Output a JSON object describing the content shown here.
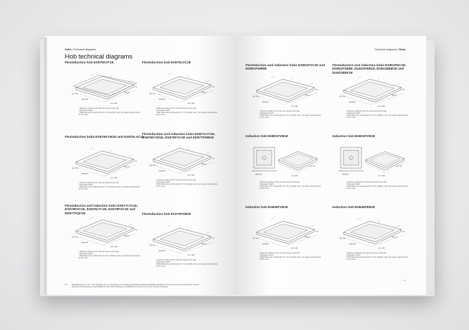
{
  "left": {
    "header": {
      "section": "Hobs",
      "sub": "Technical diagrams"
    },
    "title": "Hob technical diagrams",
    "sections": [
      {
        "title": "FlexInduction hob EX975KXT1E",
        "type": "overhang"
      },
      {
        "title": "FlexInduction hob EX975LXC1E",
        "type": "plain"
      },
      {
        "title": "FlexInduction hobs EX875KYW1E and EX875LXC1E",
        "type": "plain"
      },
      {
        "title": "FlexInduction and induction hobs EX877LYV1E, EX875KYW1E, EX879FVC1E and ED877FWB1E",
        "type": "plain"
      },
      {
        "title": "FlexInduction and induction hobs EX677LYV1E, EX675FXC1E, EX675LYC1E, EX679FXC1E and ED677FQC1E",
        "type": "plain"
      },
      {
        "title": "FlexInduction hob EX275FXB1E",
        "type": "plain"
      }
    ],
    "page_number": "70",
    "footnote": [
      "Measurements in mm. The drawings are for orientation only. Please download the latest installation guidelines from siemens-home.bsh-group.com/uk",
      "Siemens cannot accept responsibility for incorrect ordering or installation as a result of the use of these drawings."
    ]
  },
  "right": {
    "header": {
      "section": "Hobs",
      "sub": "Technical diagrams"
    },
    "sections": [
      {
        "title": "FlexInduction and induction hobs EX651FVC1E and ED851FWB5E",
        "type": "plain"
      },
      {
        "title": "FlexInduction and induction hobs EX651FEC1E, ED651FSB5E, EU631FEB1E, EU611BEB1E and EU631BEF1E",
        "type": "plain"
      },
      {
        "title": "Induction hob EH801FVB1E",
        "type": "topview"
      },
      {
        "title": "Induction hob EH601FVB1E",
        "type": "topview"
      },
      {
        "title": "Induction hob EH645FVB1E",
        "type": "plain"
      },
      {
        "title": "Induction hob EH645FEB1E",
        "type": "plain"
      }
    ],
    "page_number": "71"
  },
  "notes": [
    "¹ Minimum distance from the hob cutout to the wall",
    "² Recessed depth",
    "³ With fitted oven underneath min. 30, possibly more; see space requirements for the oven"
  ],
  "dims": {
    "a": "min. 50",
    "b": "490-500",
    "c": "min. 600",
    "d": "51",
    "e": "560+2"
  }
}
